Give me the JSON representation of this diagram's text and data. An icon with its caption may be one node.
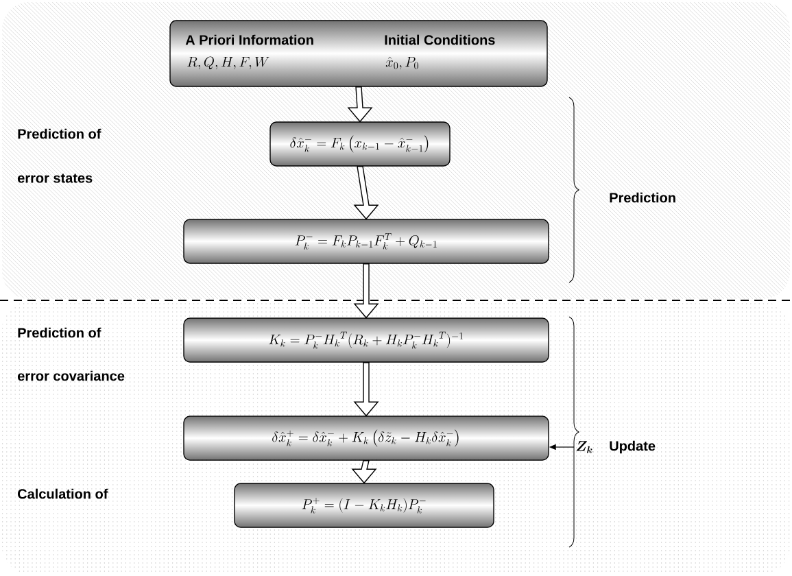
{
  "diagram": {
    "nodes": [
      {
        "text": [
          "A Priori Information",
          "R,Q,H,F,W",
          "Initial Conditions",
          "\\hat{x}_0,P_0"
        ]
      },
      {
        "text": [
          "\\delta\\hat{x}_k^- = F_k\\left(x_{k-1} - \\hat{x}_{k-1}^-\\right)"
        ]
      },
      {
        "text": [
          "P_k^- = F_k P_{k-1} F_k^T + Q_{k-1}"
        ]
      },
      {
        "text": [
          "K_k = P_k^- {H_k}^T (R_k + H_k P_k^- {H_k}^T)^{-1}"
        ]
      },
      {
        "text": [
          "\\delta\\hat{x}_k^+ = \\delta\\hat{x}_k^- + K_k\\left(\\delta\\tilde{z}_k - H_k \\delta\\hat{x}_k^-\\right)"
        ]
      },
      {
        "text": [
          "P_k^+ = (I - K_k H_k) P_k^-"
        ]
      },
      {
        "text": [
          "Z_k"
        ]
      }
    ],
    "edges": [
      {
        "from": 0,
        "to": 1,
        "arrow": "to"
      },
      {
        "from": 1,
        "to": 2,
        "arrow": "to"
      },
      {
        "from": 2,
        "to": 3,
        "arrow": "to"
      },
      {
        "from": 3,
        "to": 4,
        "arrow": "to"
      },
      {
        "from": 4,
        "to": 5,
        "arrow": "to"
      },
      {
        "from": 6,
        "to": 4,
        "arrow": "to"
      }
    ],
    "labels": [
      "Prediction of",
      "error states",
      "Prediction",
      "Prediction of",
      "error covariance",
      "Update",
      "Calculation of"
    ]
  }
}
